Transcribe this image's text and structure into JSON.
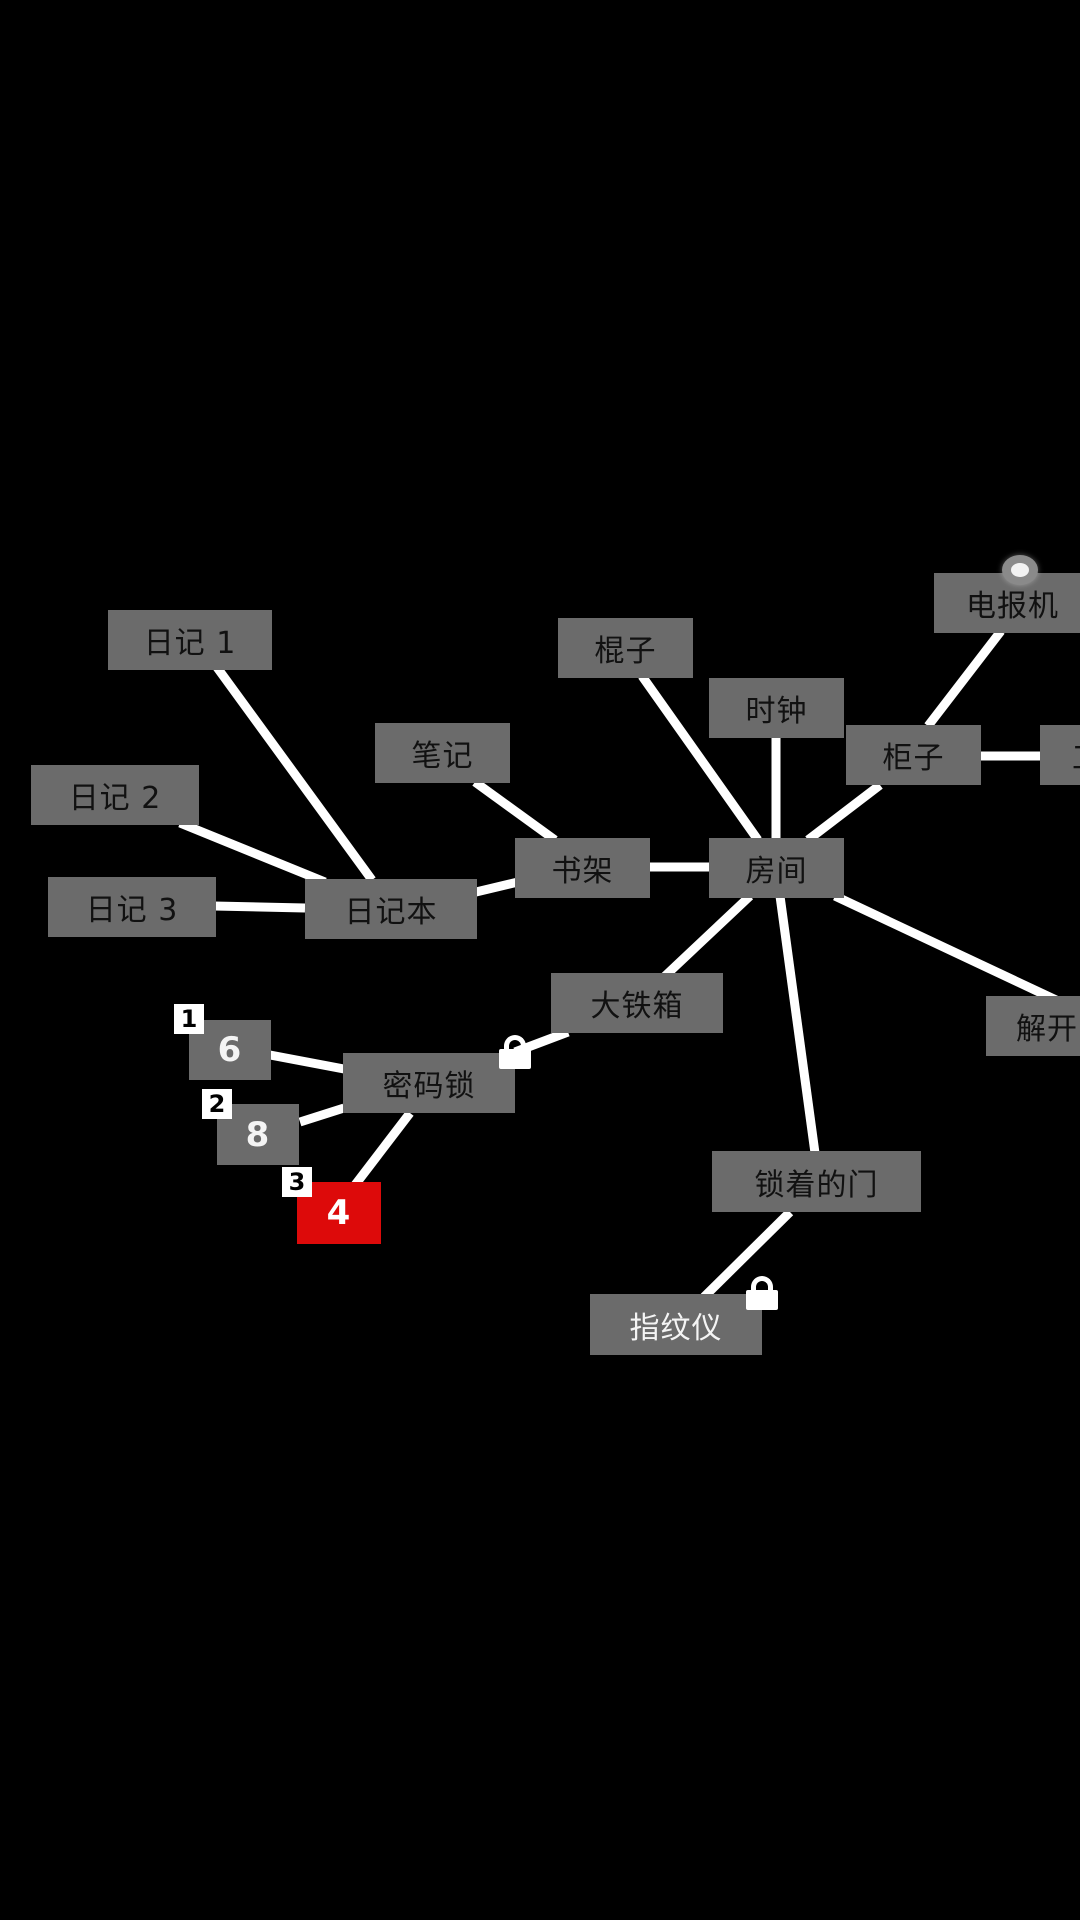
{
  "graph": {
    "nodes": {
      "diary1": "日记 1",
      "diary2": "日记 2",
      "diary3": "日记 3",
      "diarybook": "日记本",
      "notes": "笔记",
      "bookshelf": "书架",
      "stick": "棍子",
      "clock": "时钟",
      "cabinet": "柜子",
      "telegraph": "电报机",
      "room": "房间",
      "iron_box": "大铁箱",
      "combo_lock": "密码锁",
      "locked_door": "锁着的门",
      "fingerprint": "指纹仪",
      "unlock": "解开",
      "offscreen": "工"
    },
    "code_digits": [
      {
        "order": "1",
        "digit": "6",
        "selected": false
      },
      {
        "order": "2",
        "digit": "8",
        "selected": false
      },
      {
        "order": "3",
        "digit": "4",
        "selected": true
      }
    ],
    "colors": {
      "background": "#000000",
      "node": "#6b6b6b",
      "selected_node": "#dd0a0a",
      "edge": "#ffffff"
    },
    "icons": {
      "lock": "padlock-icon",
      "hint": "hint-orb-icon"
    }
  }
}
